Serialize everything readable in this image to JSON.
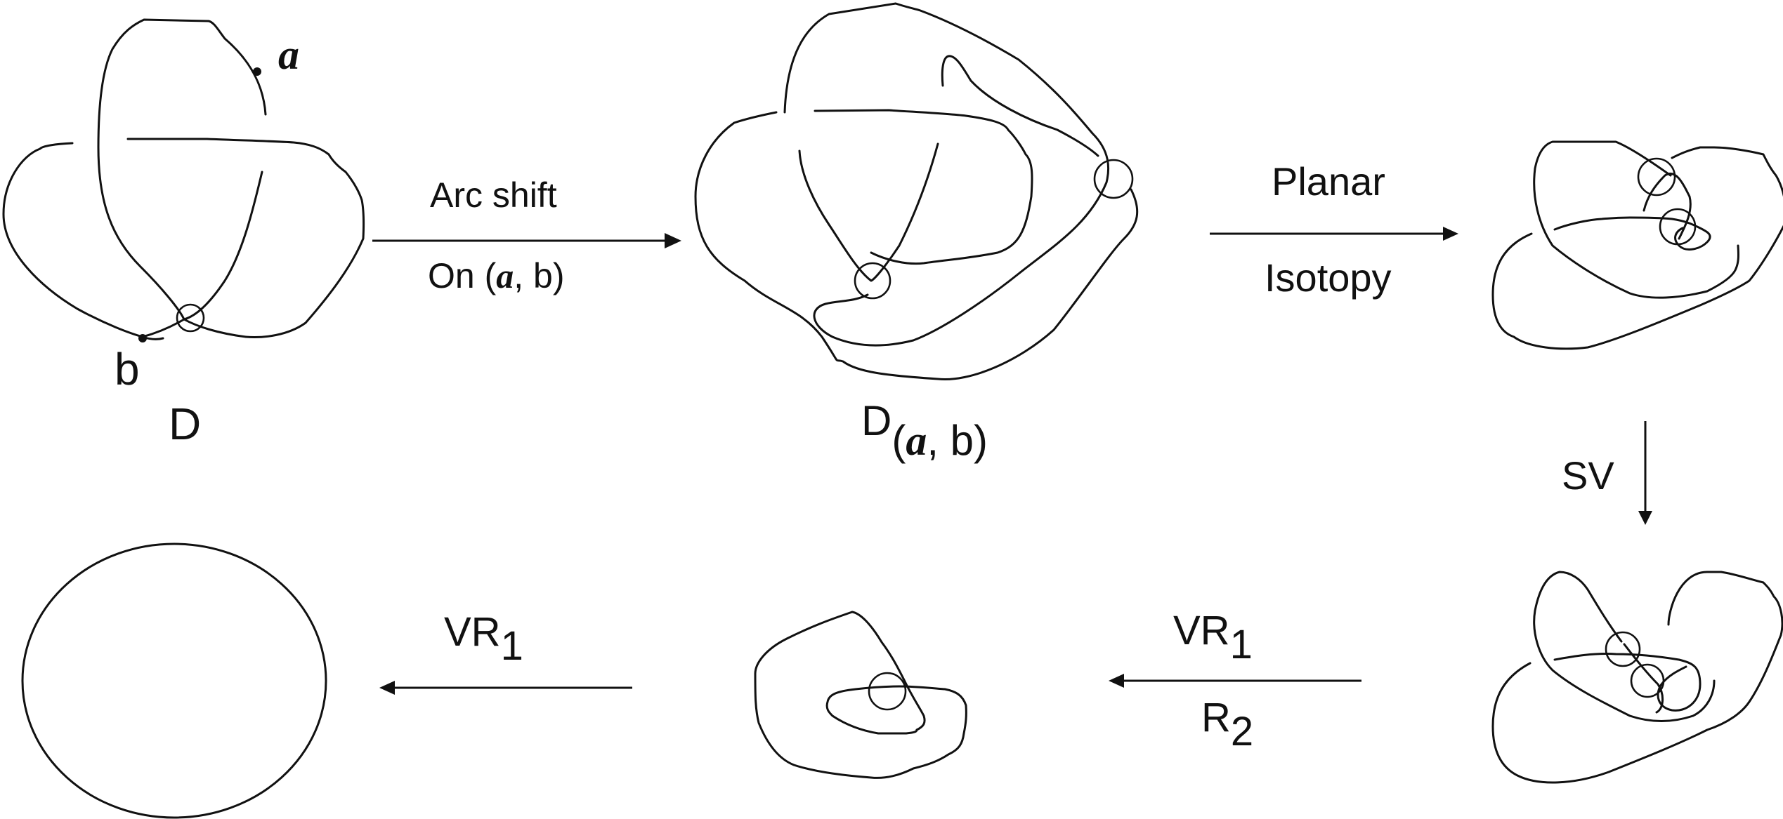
{
  "labels": {
    "point_a": "a",
    "point_b": "b",
    "diagram_D": "D",
    "diagram_D_main": "D",
    "diagram_D_open": "(",
    "diagram_D_sub_a": "a",
    "diagram_D_sub_rest": ", b)"
  },
  "moves": {
    "arc_shift_top": "Arc shift",
    "arc_shift_bottom_prefix": "On (",
    "arc_shift_bottom_sym": "a",
    "arc_shift_bottom_suffix": ", b)",
    "planar_top": "Planar",
    "planar_bottom": "Isotopy",
    "sv": "SV",
    "vr1_a_main": "VR",
    "vr1_a_sub": "1",
    "vr1_b_main": "VR",
    "vr1_b_sub": "1",
    "r2_main": "R",
    "r2_sub": "2"
  }
}
